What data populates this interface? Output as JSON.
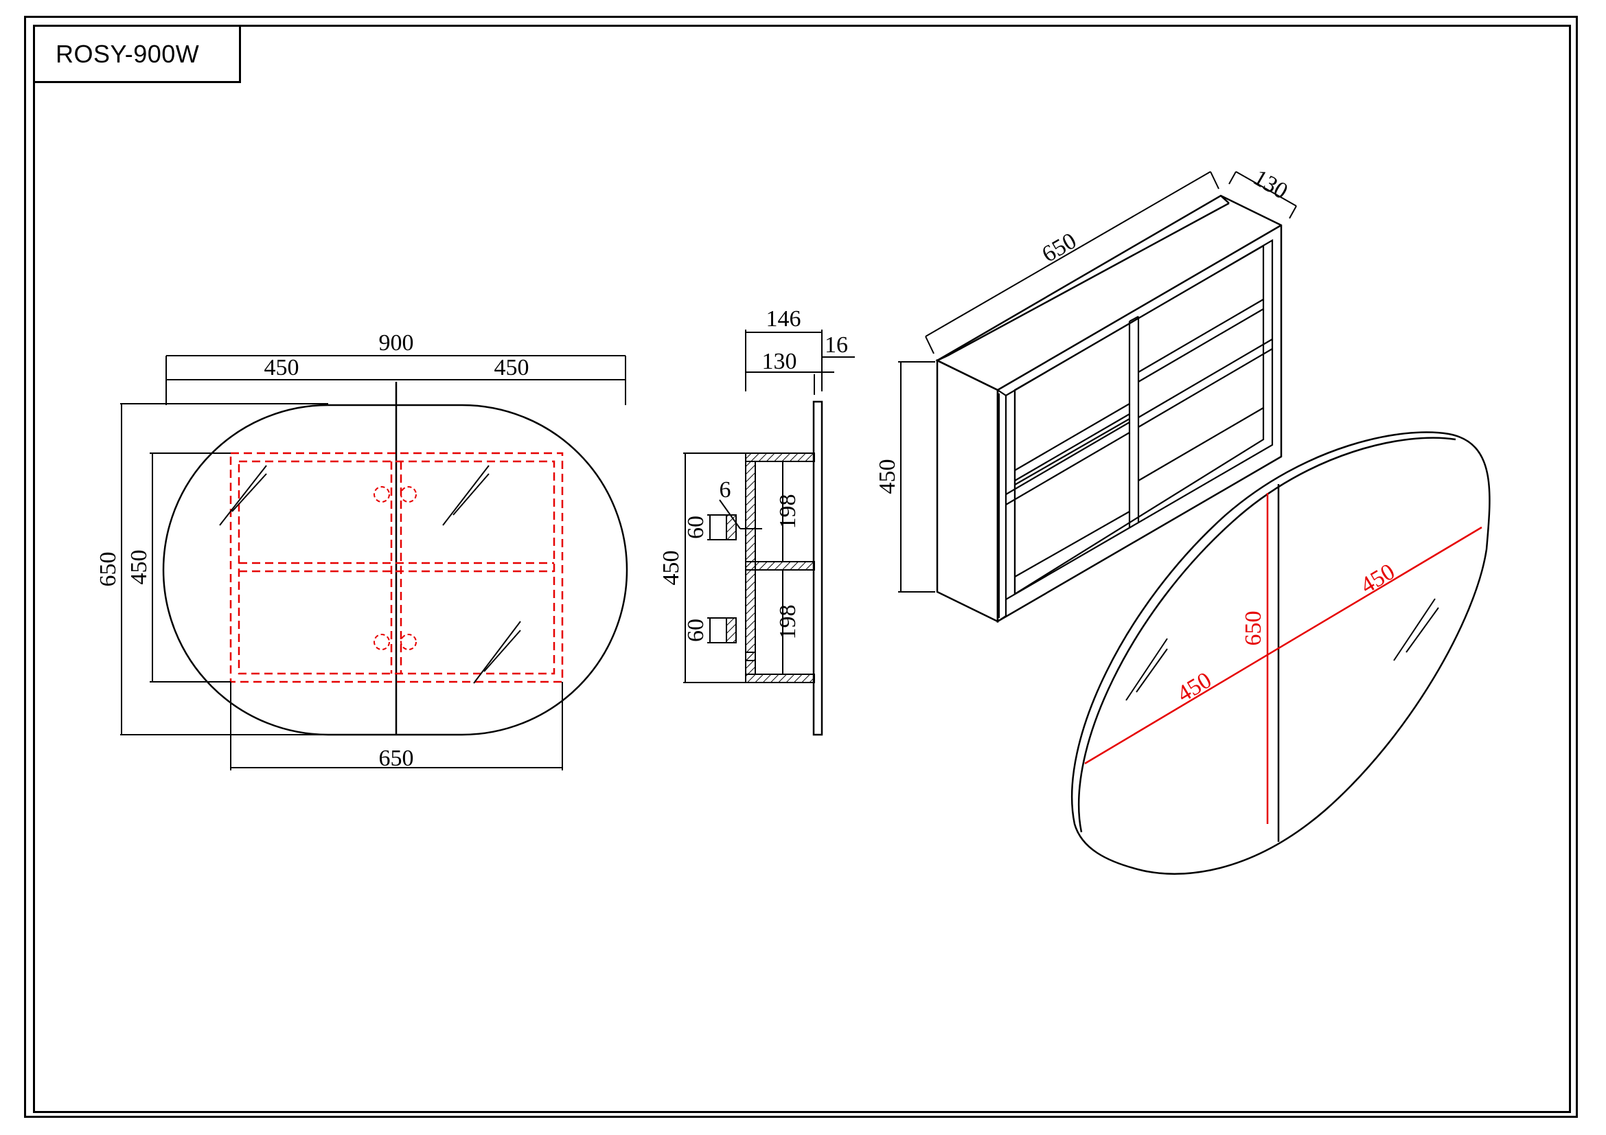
{
  "title_block": {
    "model": "ROSY-900W"
  },
  "front_view": {
    "width_overall": "900",
    "width_half_left": "450",
    "width_half_right": "450",
    "height_overall": "650",
    "cabinet_height": "450",
    "cabinet_width": "650"
  },
  "side_section": {
    "depth_overall": "146",
    "cabinet_depth": "130",
    "door_thickness": "16",
    "shelf_gap": "6",
    "cabinet_height": "450",
    "bracket_upper": "60",
    "bracket_lower": "60",
    "compartment_upper": "198",
    "compartment_lower": "198"
  },
  "iso_cabinet": {
    "width": "650",
    "depth": "130",
    "height": "450"
  },
  "iso_mirror": {
    "half_left": "450",
    "half_right": "450",
    "height": "650"
  },
  "colors": {
    "line": "#000000",
    "hidden": "#e60000",
    "dim_red": "#e60000"
  }
}
